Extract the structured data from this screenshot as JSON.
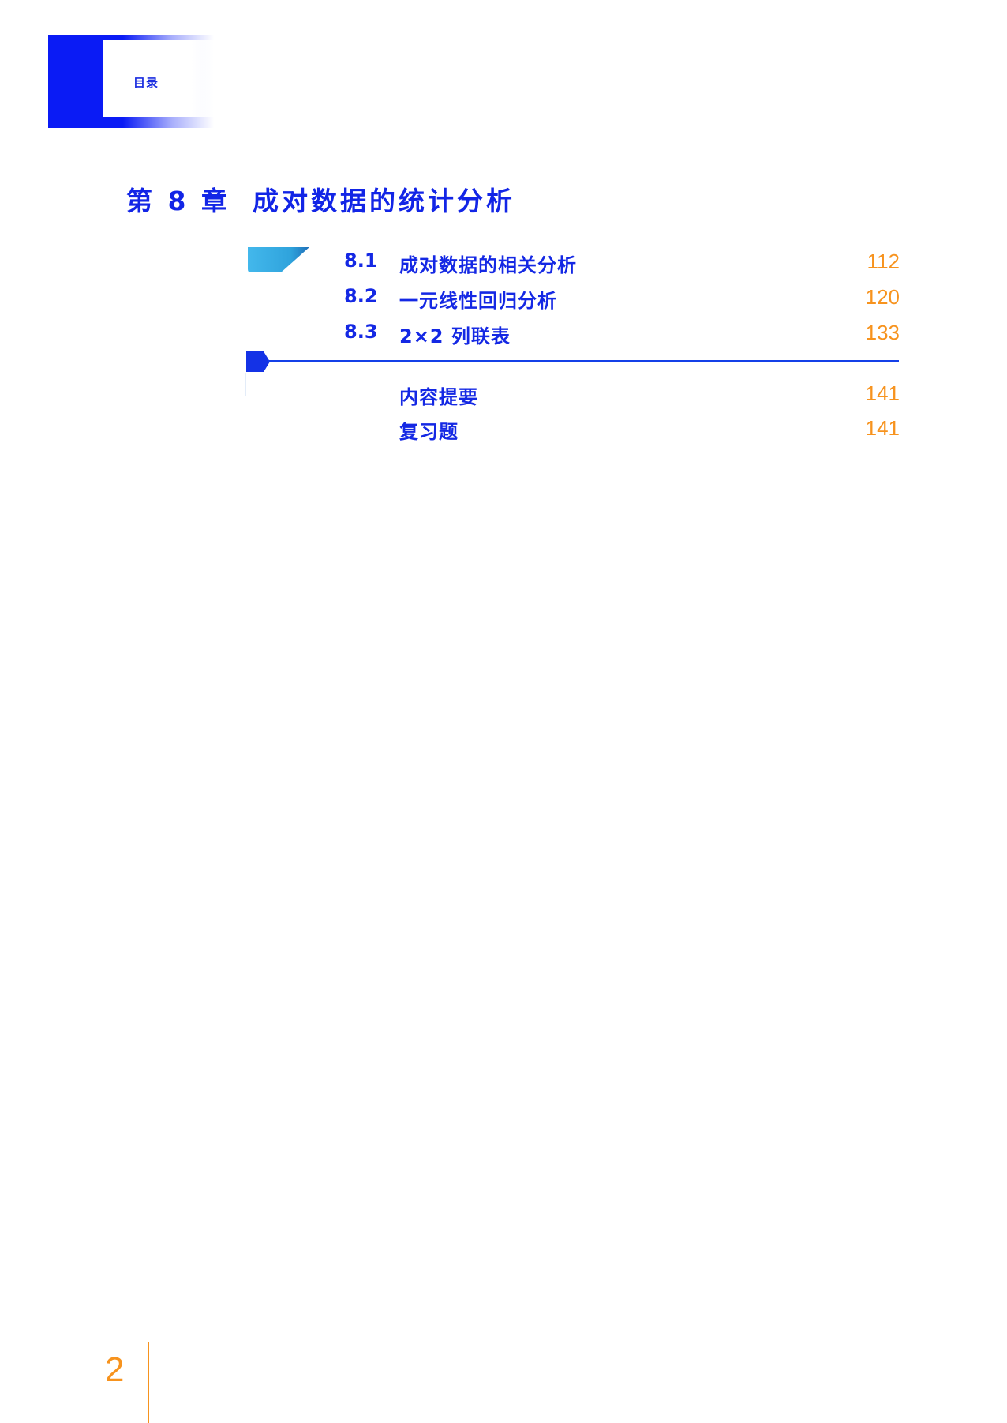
{
  "header": {
    "label": "目录"
  },
  "chapter": {
    "number_label": "第 8 章",
    "title": "成对数据的统计分析"
  },
  "sections": [
    {
      "number": "8.1",
      "title": "成对数据的相关分析",
      "page": "112"
    },
    {
      "number": "8.2",
      "title": "一元线性回归分析",
      "page": "120"
    },
    {
      "number": "8.3",
      "title": "2×2 列联表",
      "page": "133"
    }
  ],
  "appendix": [
    {
      "title": "内容提要",
      "page": "141"
    },
    {
      "title": "复习题",
      "page": "141"
    }
  ],
  "footer": {
    "page_number": "2"
  },
  "colors": {
    "primary_blue": "#1225e6",
    "accent_orange": "#f7931e",
    "icon_cyan": "#3fb4e8"
  }
}
